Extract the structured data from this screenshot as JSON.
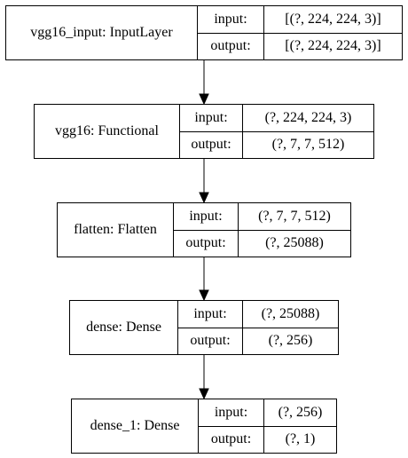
{
  "layers": [
    {
      "name": "vgg16_input: InputLayer",
      "input_label": "input:",
      "input_value": "[(?, 224, 224, 3)]",
      "output_label": "output:",
      "output_value": "[(?, 224, 224, 3)]"
    },
    {
      "name": "vgg16: Functional",
      "input_label": "input:",
      "input_value": "(?, 224, 224, 3)",
      "output_label": "output:",
      "output_value": "(?, 7, 7, 512)"
    },
    {
      "name": "flatten: Flatten",
      "input_label": "input:",
      "input_value": "(?, 7, 7, 512)",
      "output_label": "output:",
      "output_value": "(?, 25088)"
    },
    {
      "name": "dense: Dense",
      "input_label": "input:",
      "input_value": "(?, 25088)",
      "output_label": "output:",
      "output_value": "(?, 256)"
    },
    {
      "name": "dense_1: Dense",
      "input_label": "input:",
      "input_value": "(?, 256)",
      "output_label": "output:",
      "output_value": "(?, 1)"
    }
  ]
}
